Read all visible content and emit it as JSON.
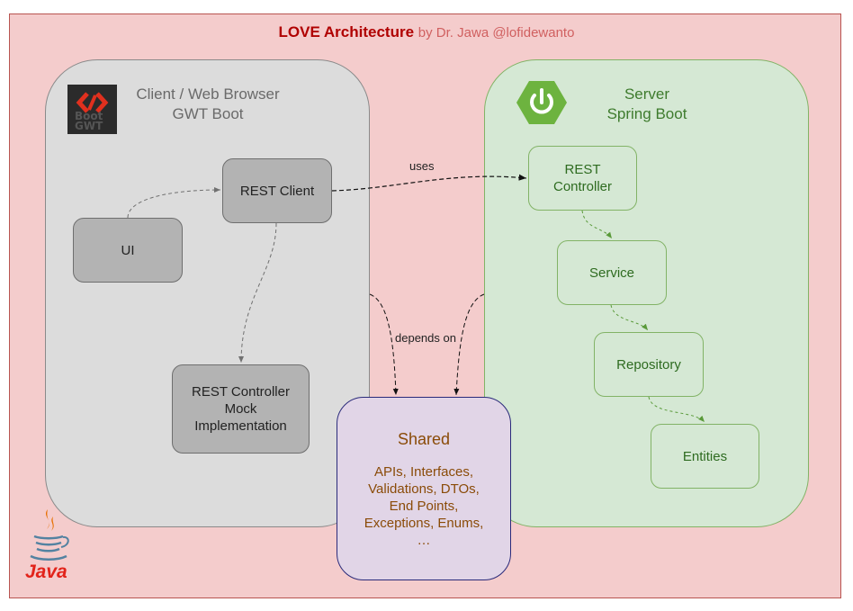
{
  "title": {
    "main": "LOVE Architecture",
    "byline": "by Dr. Jawa @lofidewanto"
  },
  "client": {
    "title_line1": "Client / Web Browser",
    "title_line2": "GWT Boot",
    "logo_text_line1": "Boot",
    "logo_text_line2": "GWT",
    "ui": "UI",
    "rest_client": "REST Client",
    "mock_line1": "REST Controller",
    "mock_line2": "Mock",
    "mock_line3": "Implementation"
  },
  "server": {
    "title_line1": "Server",
    "title_line2": "Spring Boot",
    "rest_controller_line1": "REST",
    "rest_controller_line2": "Controller",
    "service": "Service",
    "repository": "Repository",
    "entities": "Entities"
  },
  "shared": {
    "title": "Shared",
    "line1": "APIs, Interfaces,",
    "line2": "Validations, DTOs,",
    "line3": "End Points,",
    "line4": "Exceptions, Enums,",
    "line5": "…"
  },
  "labels": {
    "uses": "uses",
    "depends_on": "depends on"
  },
  "java_logo_text": "Java",
  "colors": {
    "frame_fill": "#f4cccc",
    "client_fill": "#dcdcdc",
    "server_fill": "#d5e8d4",
    "server_text": "#3e7b2d",
    "shared_fill": "#e1d5e7",
    "shared_text": "#8a4b08",
    "title_red": "#b00000"
  }
}
